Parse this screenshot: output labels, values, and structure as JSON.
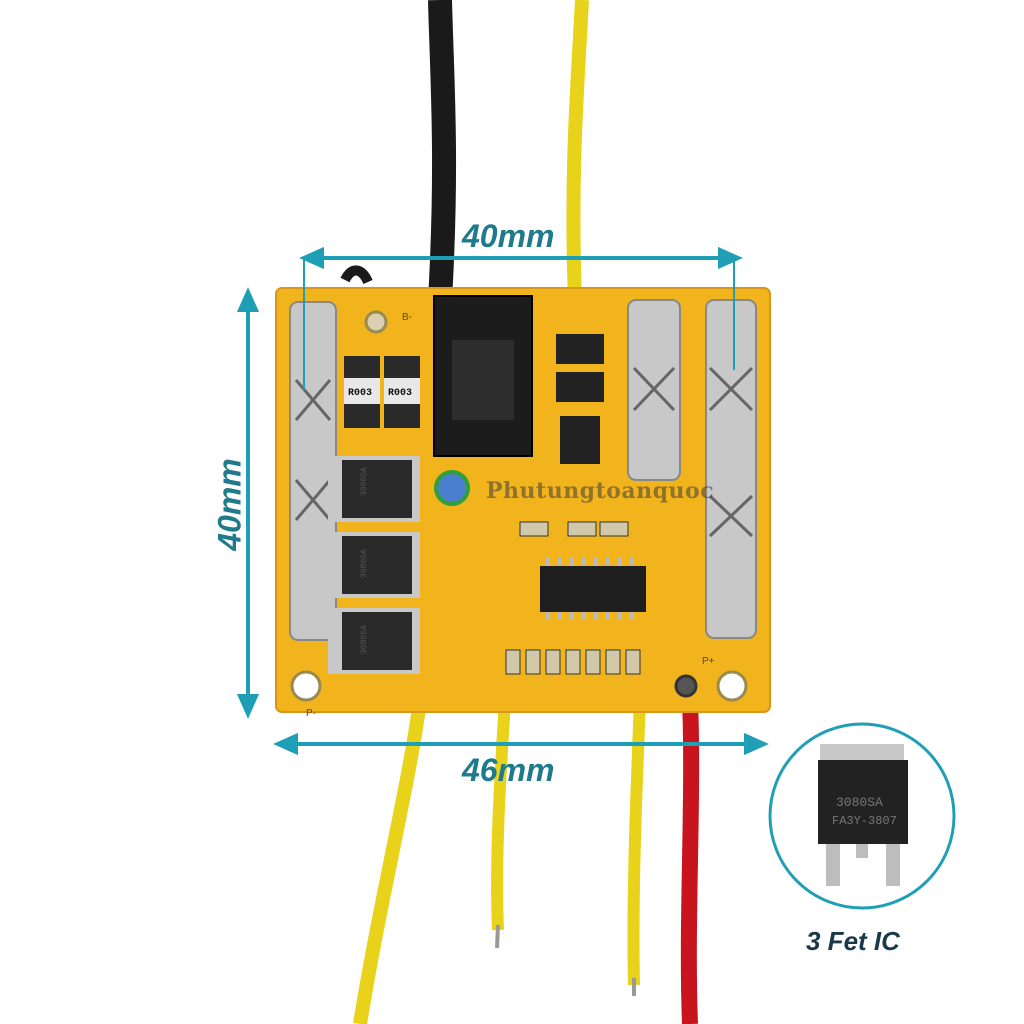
{
  "labels": {
    "width_top": "40mm",
    "height": "40mm",
    "width_bottom": "46mm",
    "ic_caption": "3 Fet IC",
    "watermark": "Phutungtoanquoc"
  },
  "board": {
    "resistor_marking": "R003",
    "fet_marking_line1": "3080SA",
    "fet_marking_line2": "FA3Y-3807",
    "silk_b_minus": "B-",
    "silk_p_minus": "P-",
    "silk_p_plus": "P+"
  },
  "colors": {
    "pcb": "#f2b41c",
    "accent": "#1f9fb5",
    "wire_yellow": "#e8d21a",
    "wire_red": "#c8141e",
    "wire_black": "#1a1a1a"
  }
}
